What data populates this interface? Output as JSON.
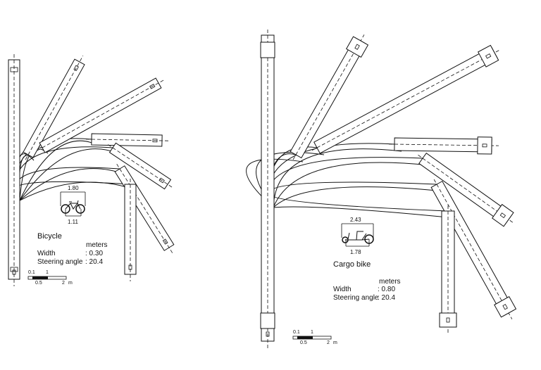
{
  "bicycle": {
    "title": "Bicycle",
    "units": "meters",
    "width_label": "Width",
    "width_value": ": 0.30",
    "steering_label": "Steering angle",
    "steering_value": ": 20.4",
    "length_dim": "1.80",
    "wheelbase_dim": "1.11",
    "scale": {
      "t1": "0.1",
      "t2": "1",
      "t3": "0.5",
      "t4": "2",
      "unit": "m"
    }
  },
  "cargo": {
    "title": "Cargo bike",
    "units": "meters",
    "width_label": "Width",
    "width_value": ": 0.80",
    "steering_label": "Steering angle",
    "steering_value": ": 20.4",
    "length_dim": "2.43",
    "wheelbase_dim": "1.78",
    "scale": {
      "t1": "0.1",
      "t2": "1",
      "t3": "0.5",
      "t4": "2",
      "unit": "m"
    }
  }
}
